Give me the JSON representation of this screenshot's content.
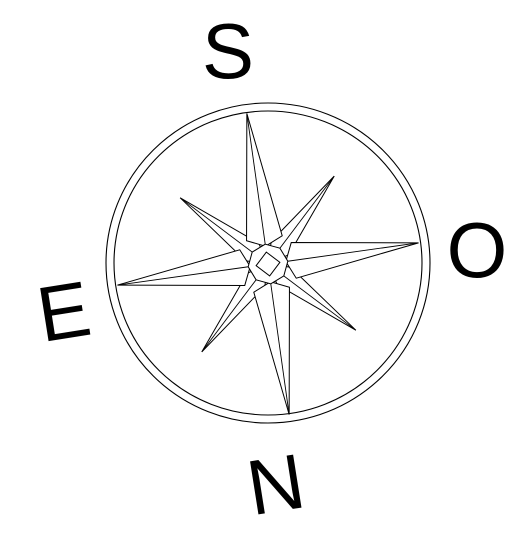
{
  "compass": {
    "labels": {
      "top": "S",
      "right": "O",
      "bottom": "N",
      "left": "E"
    }
  }
}
